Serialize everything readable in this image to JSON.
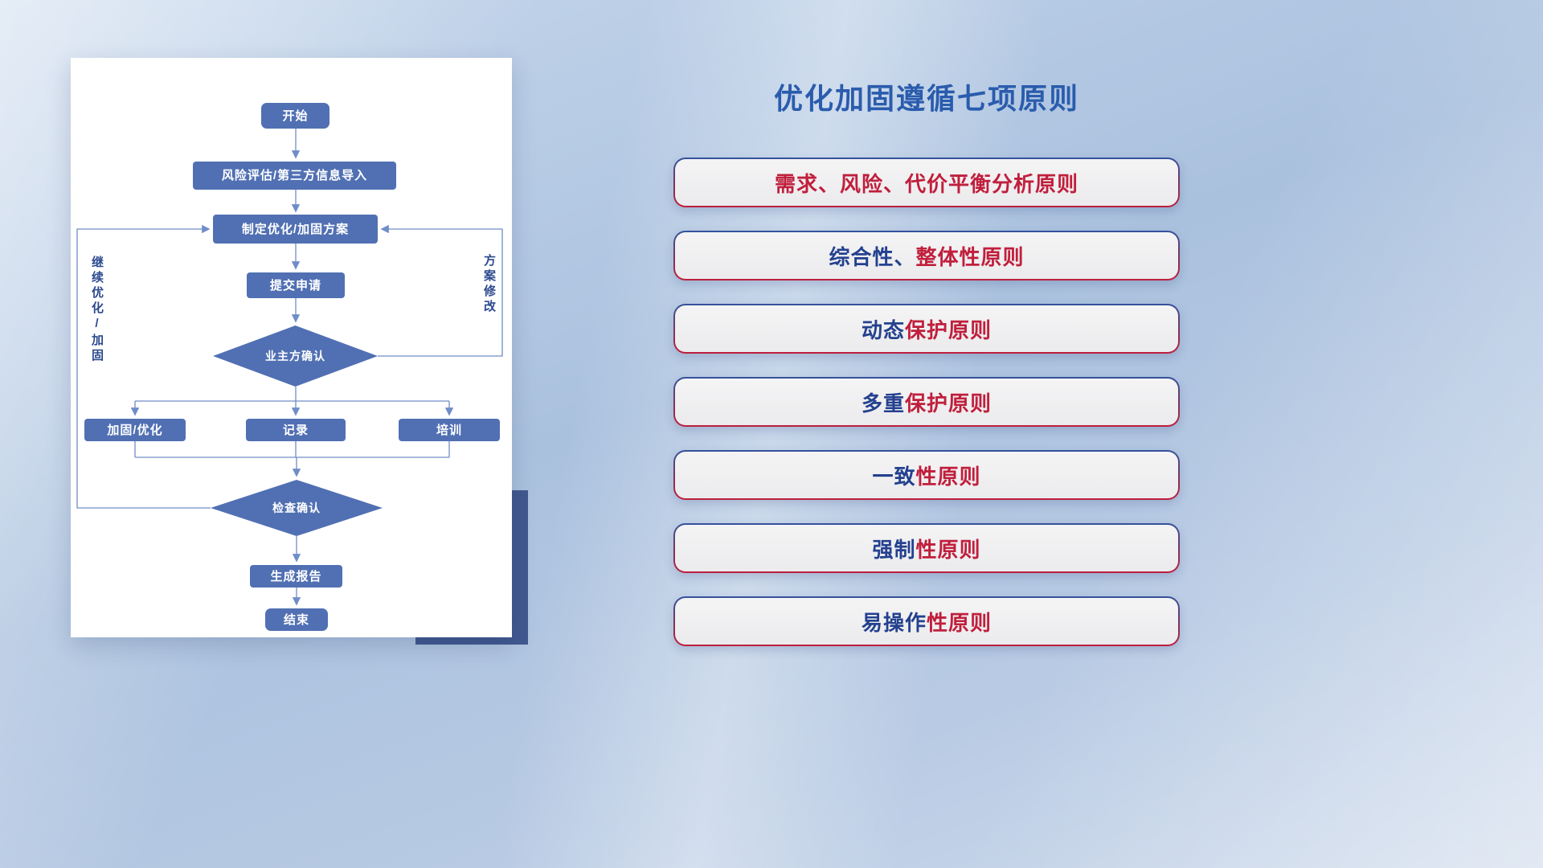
{
  "title": "优化加固遵循七项原则",
  "flowchart": {
    "nodes": {
      "start": "开始",
      "risk": "风险评估/第三方信息导入",
      "plan": "制定优化/加固方案",
      "submit": "提交申请",
      "owner_confirm": "业主方确认",
      "reinforce": "加固/优化",
      "record": "记录",
      "training": "培训",
      "check_confirm": "检查确认",
      "report": "生成报告",
      "end": "结束"
    },
    "labels": {
      "continue_loop": "继续优化/加固",
      "modify_loop": "方案修改"
    }
  },
  "principles": {
    "items": [
      {
        "blue": "",
        "red": "需求、风险、代价平衡分析原则"
      },
      {
        "blue": "综合性、",
        "red": "整体性原则"
      },
      {
        "blue": "动态",
        "red": "保护原则"
      },
      {
        "blue": "多重",
        "red": "保护原则"
      },
      {
        "blue": "一致",
        "red": "性原则"
      },
      {
        "blue": "强制",
        "red": "性原则"
      },
      {
        "blue": "易操作",
        "red": "性原则"
      }
    ]
  },
  "colors": {
    "node_blue": "#5170b3",
    "connector_blue": "#6f8dc7",
    "title_blue": "#2a5cad",
    "text_navy": "#24418f",
    "text_red": "#c01f3c",
    "shadow_navy": "#41598f"
  }
}
